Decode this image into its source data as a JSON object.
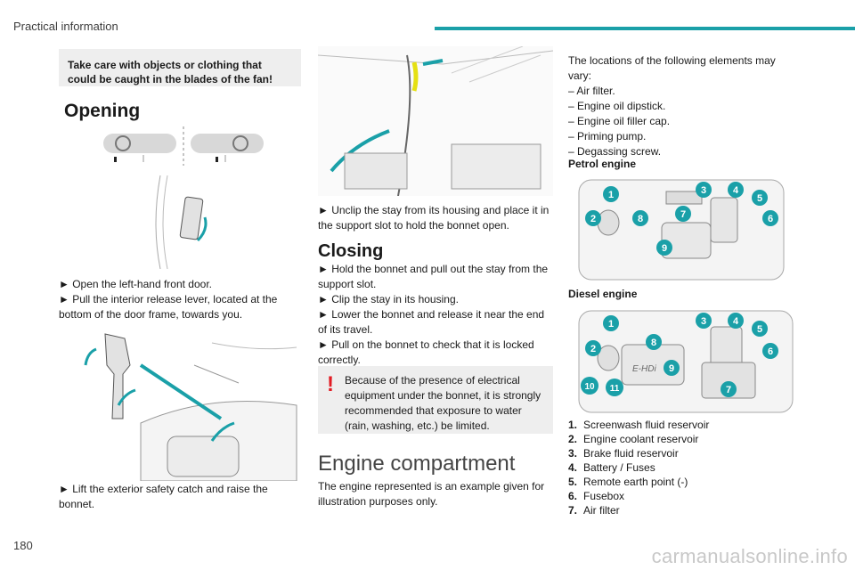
{
  "header": {
    "title": "Practical information",
    "accent": "#1aa0a8"
  },
  "page_number": "180",
  "watermark": "carmanualsonline.info",
  "col1": {
    "warning": "Take care with objects or clothing that could be caught in the blades of the fan!",
    "opening_title": "Opening",
    "steps_a": [
      "► Open the left-hand front door.",
      "► Pull the interior release lever, located at the bottom of the door frame, towards you."
    ],
    "step_b": "► Lift the exterior safety catch and raise the bonnet."
  },
  "col2": {
    "step_unclip": "► Unclip the stay from its housing and place it in the support slot to hold the bonnet open.",
    "closing_title": "Closing",
    "closing_steps": [
      "► Hold the bonnet and pull out the stay from the support slot.",
      "► Clip the stay in its housing.",
      "► Lower the bonnet and release it near the end of its travel.",
      "► Pull on the bonnet to check that it is locked correctly."
    ],
    "alert_icon": "!",
    "alert_text": "Because of the presence of electrical equipment under the bonnet, it is strongly recommended that exposure to water (rain, washing, etc.) be limited.",
    "engine_title": "Engine compartment",
    "engine_note": "The engine represented is an example given for illustration purposes only."
  },
  "col3": {
    "intro": "The locations of the following elements may vary:",
    "items": [
      "– Air filter.",
      "– Engine oil dipstick.",
      "– Engine oil filler cap.",
      "– Priming pump.",
      "– Degassing screw."
    ],
    "petrol_title": "Petrol engine",
    "diesel_title": "Diesel engine",
    "diesel_badge": "E-HDi",
    "petrol_markers": [
      "1",
      "2",
      "3",
      "4",
      "5",
      "6",
      "7",
      "8",
      "9"
    ],
    "diesel_markers": [
      "1",
      "2",
      "3",
      "4",
      "5",
      "6",
      "7",
      "8",
      "9",
      "10",
      "11"
    ],
    "legend": [
      {
        "num": "1.",
        "label": "Screenwash fluid reservoir"
      },
      {
        "num": "2.",
        "label": "Engine coolant reservoir"
      },
      {
        "num": "3.",
        "label": "Brake fluid reservoir"
      },
      {
        "num": "4.",
        "label": "Battery / Fuses"
      },
      {
        "num": "5.",
        "label": "Remote earth point (-)"
      },
      {
        "num": "6.",
        "label": "Fusebox"
      },
      {
        "num": "7.",
        "label": "Air filter"
      }
    ]
  }
}
